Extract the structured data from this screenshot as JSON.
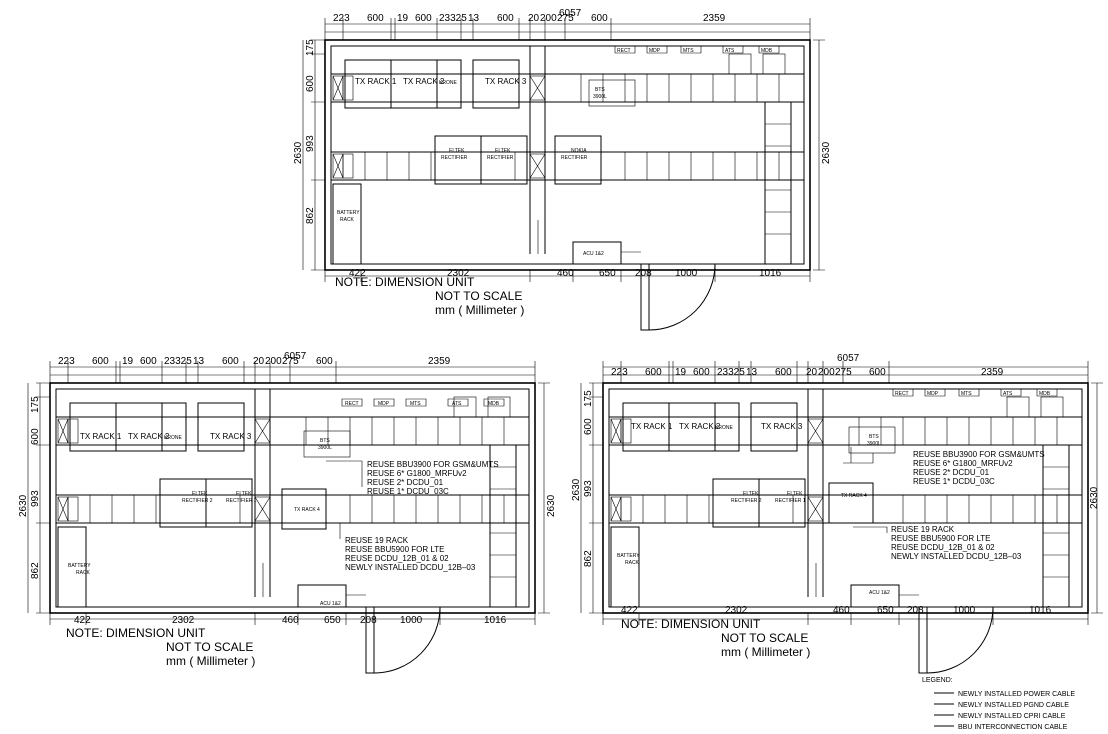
{
  "plan": {
    "top_dims": [
      "223",
      "600",
      "19",
      "600",
      "23325",
      "13",
      "600",
      "20",
      "200",
      "275",
      "600",
      "2359"
    ],
    "total_width": "6057",
    "bottom_dims": [
      "422",
      "2302",
      "460",
      "650",
      "208",
      "1000",
      "1016"
    ],
    "side_dims": [
      "175",
      "600",
      "993",
      "862"
    ],
    "total_height": "2630",
    "tx_rack_1": "TX RACK 1",
    "tx_rack_2": "TX RACK 2",
    "krone": "KRONE",
    "tx_rack_3": "TX RACK 3",
    "bts": "BTS",
    "bts_model": "3900L",
    "eltek": "ELTEK",
    "rectifier": "RECTIFIER",
    "nokia": "NOKIA",
    "battery": "BATTERY",
    "rack": "RACK",
    "acu": "ACU 1&2",
    "top_tags": [
      "RECT",
      "MDP",
      "MTS",
      "ATS",
      "MDB"
    ],
    "note_line1": "NOTE:  DIMENSION UNIT",
    "note_line2": "NOT TO SCALE",
    "note_line3": "mm ( Millimeter )"
  },
  "plan2": {
    "rect_left": "RECTIFIER 2",
    "rect_right": "RECTIFIER 1",
    "tx_rack_4": "TX RACK 4"
  },
  "annotations": {
    "gsm": [
      "REUSE BBU3900 FOR GSM&UMTS",
      "REUSE 6* G1800_MRFUv2",
      "REUSE 2* DCDU_01",
      "REUSE 1* DCDU_03C"
    ],
    "lte": [
      "REUSE 19 RACK",
      "REUSE BBU5900 FOR LTE",
      "REUSE DCDU_12B_01 & 02",
      "NEWLY INSTALLED DCDU_12B–03"
    ]
  },
  "legend": {
    "title": "LEGEND:",
    "items": [
      "NEWLY INSTALLED POWER CABLE",
      "NEWLY INSTALLED PGND CABLE",
      "NEWLY INSTALLED CPRI CABLE",
      "BBU INTERCONNECTION CABLE"
    ]
  }
}
